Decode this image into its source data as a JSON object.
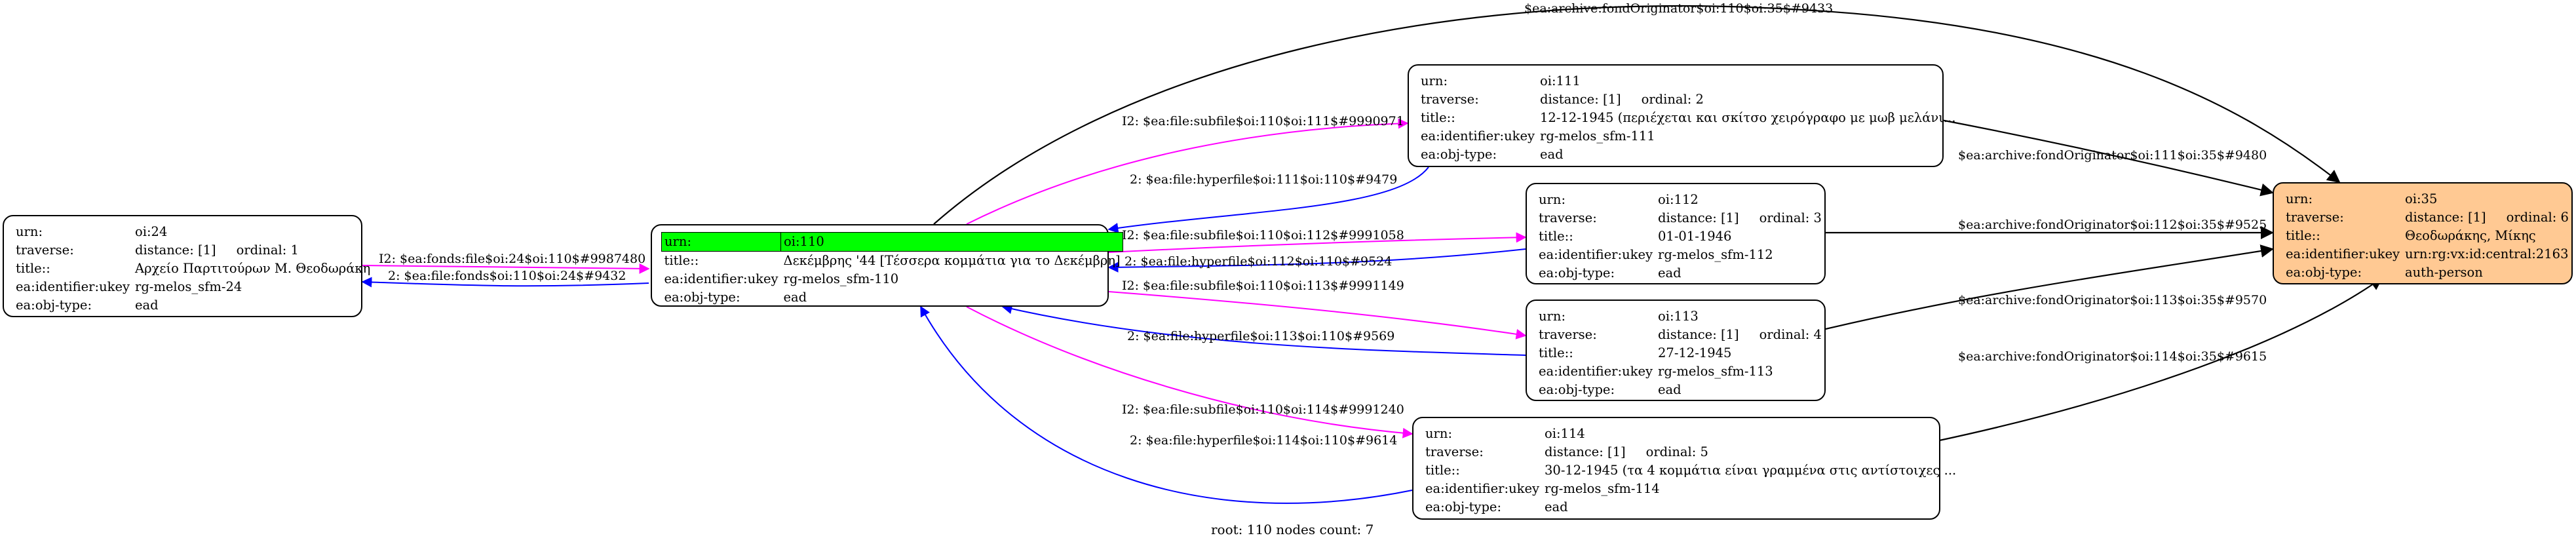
{
  "nodes": [
    {
      "id": "oi24",
      "rows": [
        {
          "k": "urn:",
          "v": "oi:24"
        },
        {
          "k": "traverse:",
          "v": "distance: [1]     ordinal: 1"
        },
        {
          "k": "title::",
          "v": "Αρχείο Παρτιτούρων Μ. Θεοδωράκη"
        },
        {
          "k": "ea:identifier:ukey",
          "v": "rg-melos_sfm-24"
        },
        {
          "k": "ea:obj-type:",
          "v": "ead"
        }
      ]
    },
    {
      "id": "oi110",
      "rows": [
        {
          "k": "urn:",
          "v": "oi:110"
        },
        {
          "k": "title::",
          "v": "Δεκέμβρης '44 [Τέσσερα κομμάτια για το Δεκέμβρη]"
        },
        {
          "k": "ea:identifier:ukey",
          "v": "rg-melos_sfm-110"
        },
        {
          "k": "ea:obj-type:",
          "v": "ead"
        }
      ]
    },
    {
      "id": "oi111",
      "rows": [
        {
          "k": "urn:",
          "v": "oi:111"
        },
        {
          "k": "traverse:",
          "v": "distance: [1]     ordinal: 2"
        },
        {
          "k": "title::",
          "v": "12-12-1945 (περιέχεται και σκίτσο χειρόγραφο με μωβ μελάνι..."
        },
        {
          "k": "ea:identifier:ukey",
          "v": "rg-melos_sfm-111"
        },
        {
          "k": "ea:obj-type:",
          "v": "ead"
        }
      ]
    },
    {
      "id": "oi112",
      "rows": [
        {
          "k": "urn:",
          "v": "oi:112"
        },
        {
          "k": "traverse:",
          "v": "distance: [1]     ordinal: 3"
        },
        {
          "k": "title::",
          "v": "01-01-1946"
        },
        {
          "k": "ea:identifier:ukey",
          "v": "rg-melos_sfm-112"
        },
        {
          "k": "ea:obj-type:",
          "v": "ead"
        }
      ]
    },
    {
      "id": "oi113",
      "rows": [
        {
          "k": "urn:",
          "v": "oi:113"
        },
        {
          "k": "traverse:",
          "v": "distance: [1]     ordinal: 4"
        },
        {
          "k": "title::",
          "v": "27-12-1945"
        },
        {
          "k": "ea:identifier:ukey",
          "v": "rg-melos_sfm-113"
        },
        {
          "k": "ea:obj-type:",
          "v": "ead"
        }
      ]
    },
    {
      "id": "oi114",
      "rows": [
        {
          "k": "urn:",
          "v": "oi:114"
        },
        {
          "k": "traverse:",
          "v": "distance: [1]     ordinal: 5"
        },
        {
          "k": "title::",
          "v": "30-12-1945 (τα 4 κομμάτια είναι γραμμένα στις αντίστοιχες ..."
        },
        {
          "k": "ea:identifier:ukey",
          "v": "rg-melos_sfm-114"
        },
        {
          "k": "ea:obj-type:",
          "v": "ead"
        }
      ]
    },
    {
      "id": "oi35",
      "rows": [
        {
          "k": "urn:",
          "v": "oi:35"
        },
        {
          "k": "traverse:",
          "v": "distance: [1]     ordinal: 6"
        },
        {
          "k": "title::",
          "v": "Θεοδωράκης, Μίκης"
        },
        {
          "k": "ea:identifier:ukey",
          "v": "urn:rg:vx:id:central:2163"
        },
        {
          "k": "ea:obj-type:",
          "v": "auth-person"
        }
      ]
    }
  ],
  "edges": [
    {
      "from": "oi110",
      "to": "oi35",
      "label": "$ea:archive:fondOriginator$oi:110$oi:35$#9433",
      "color": "#000000"
    },
    {
      "from": "oi111",
      "to": "oi35",
      "label": "$ea:archive:fondOriginator$oi:111$oi:35$#9480",
      "color": "#000000"
    },
    {
      "from": "oi112",
      "to": "oi35",
      "label": "$ea:archive:fondOriginator$oi:112$oi:35$#9525",
      "color": "#000000"
    },
    {
      "from": "oi113",
      "to": "oi35",
      "label": "$ea:archive:fondOriginator$oi:113$oi:35$#9570",
      "color": "#000000"
    },
    {
      "from": "oi114",
      "to": "oi35",
      "label": "$ea:archive:fondOriginator$oi:114$oi:35$#9615",
      "color": "#000000"
    },
    {
      "from": "oi110",
      "to": "oi111",
      "label": "I2: $ea:file:subfile$oi:110$oi:111$#9990971",
      "color": "#ff00ff"
    },
    {
      "from": "oi111",
      "to": "oi110",
      "label": "2: $ea:file:hyperfile$oi:111$oi:110$#9479",
      "color": "#0000ff"
    },
    {
      "from": "oi110",
      "to": "oi112",
      "label": "I2: $ea:file:subfile$oi:110$oi:112$#9991058",
      "color": "#ff00ff"
    },
    {
      "from": "oi112",
      "to": "oi110",
      "label": "2: $ea:file:hyperfile$oi:112$oi:110$#9524",
      "color": "#0000ff"
    },
    {
      "from": "oi110",
      "to": "oi113",
      "label": "I2: $ea:file:subfile$oi:110$oi:113$#9991149",
      "color": "#ff00ff"
    },
    {
      "from": "oi113",
      "to": "oi110",
      "label": "2: $ea:file:hyperfile$oi:113$oi:110$#9569",
      "color": "#0000ff"
    },
    {
      "from": "oi110",
      "to": "oi114",
      "label": "I2: $ea:file:subfile$oi:110$oi:114$#9991240",
      "color": "#ff00ff"
    },
    {
      "from": "oi114",
      "to": "oi110",
      "label": "2: $ea:file:hyperfile$oi:114$oi:110$#9614",
      "color": "#0000ff"
    },
    {
      "from": "oi24",
      "to": "oi110",
      "label": "I2: $ea:fonds:file$oi:24$oi:110$#9987480",
      "color": "#ff00ff"
    },
    {
      "from": "oi110",
      "to": "oi24",
      "label": "2: $ea:file:fonds$oi:110$oi:24$#9432",
      "color": "#0000ff"
    }
  ],
  "footer": "root: 110 nodes count: 7"
}
